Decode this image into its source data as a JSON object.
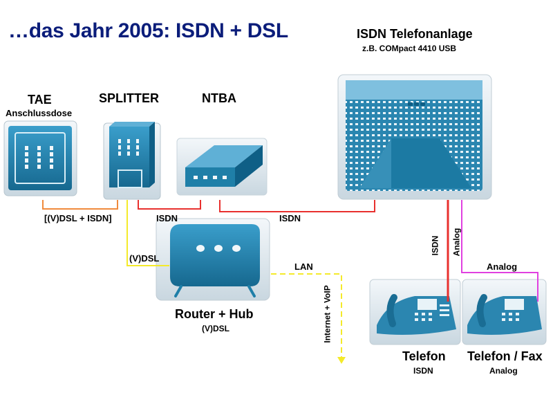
{
  "title": "…das Jahr 2005: ISDN + DSL",
  "devices": {
    "tae": {
      "name": "TAE",
      "sub": "Anschlussdose"
    },
    "splitter": {
      "name": "SPLITTER"
    },
    "ntba": {
      "name": "NTBA"
    },
    "pbx": {
      "name": "ISDN Telefonanlage",
      "sub": "z.B. COMpact 4410 USB"
    },
    "router": {
      "name": "Router + Hub",
      "sub": "(V)DSL"
    },
    "phone_isdn": {
      "name": "Telefon",
      "sub": "ISDN"
    },
    "phone_analog": {
      "name": "Telefon / Fax",
      "sub": "Analog"
    }
  },
  "connections": {
    "tae_splitter": "[(V)DSL + ISDN]",
    "splitter_ntba": "ISDN",
    "ntba_pbx": "ISDN",
    "splitter_router": "(V)DSL",
    "router_lan": "LAN",
    "internet": "Internet + VoIP",
    "pbx_isdn": "ISDN",
    "pbx_analog": "Analog",
    "analog_phone": "Analog"
  },
  "colors": {
    "title": "#0b1d7a",
    "device": "#1f7fa8",
    "device_dark": "#0f5f86",
    "line_orange": "#f08a3c",
    "line_red": "#e8302e",
    "line_yellow": "#f4ea2a",
    "line_magenta": "#e040e0"
  }
}
